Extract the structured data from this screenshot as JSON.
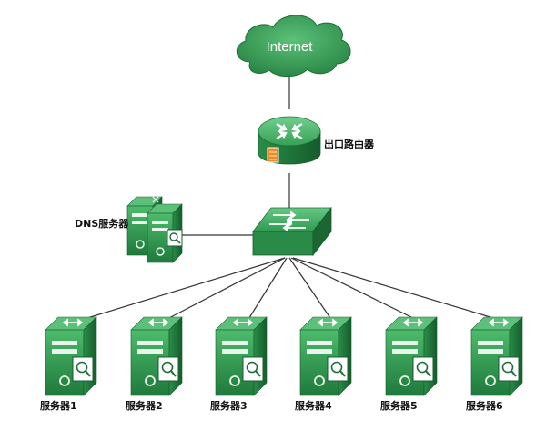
{
  "nodes": {
    "internet": {
      "label": "Internet"
    },
    "router": {
      "label": "出口路由器"
    },
    "dns": {
      "label": "DNS服务器"
    },
    "servers": [
      {
        "label": "服务器1"
      },
      {
        "label": "服务器2"
      },
      {
        "label": "服务器3"
      },
      {
        "label": "服务器4"
      },
      {
        "label": "服务器5"
      },
      {
        "label": "服务器6"
      }
    ]
  },
  "colors": {
    "green_dark": "#1e7a3a",
    "green_mid": "#2e9a4e",
    "green_light": "#6cc98a",
    "cloud": "#3aa357",
    "line": "#333333",
    "accent_orange": "#f08a24"
  }
}
